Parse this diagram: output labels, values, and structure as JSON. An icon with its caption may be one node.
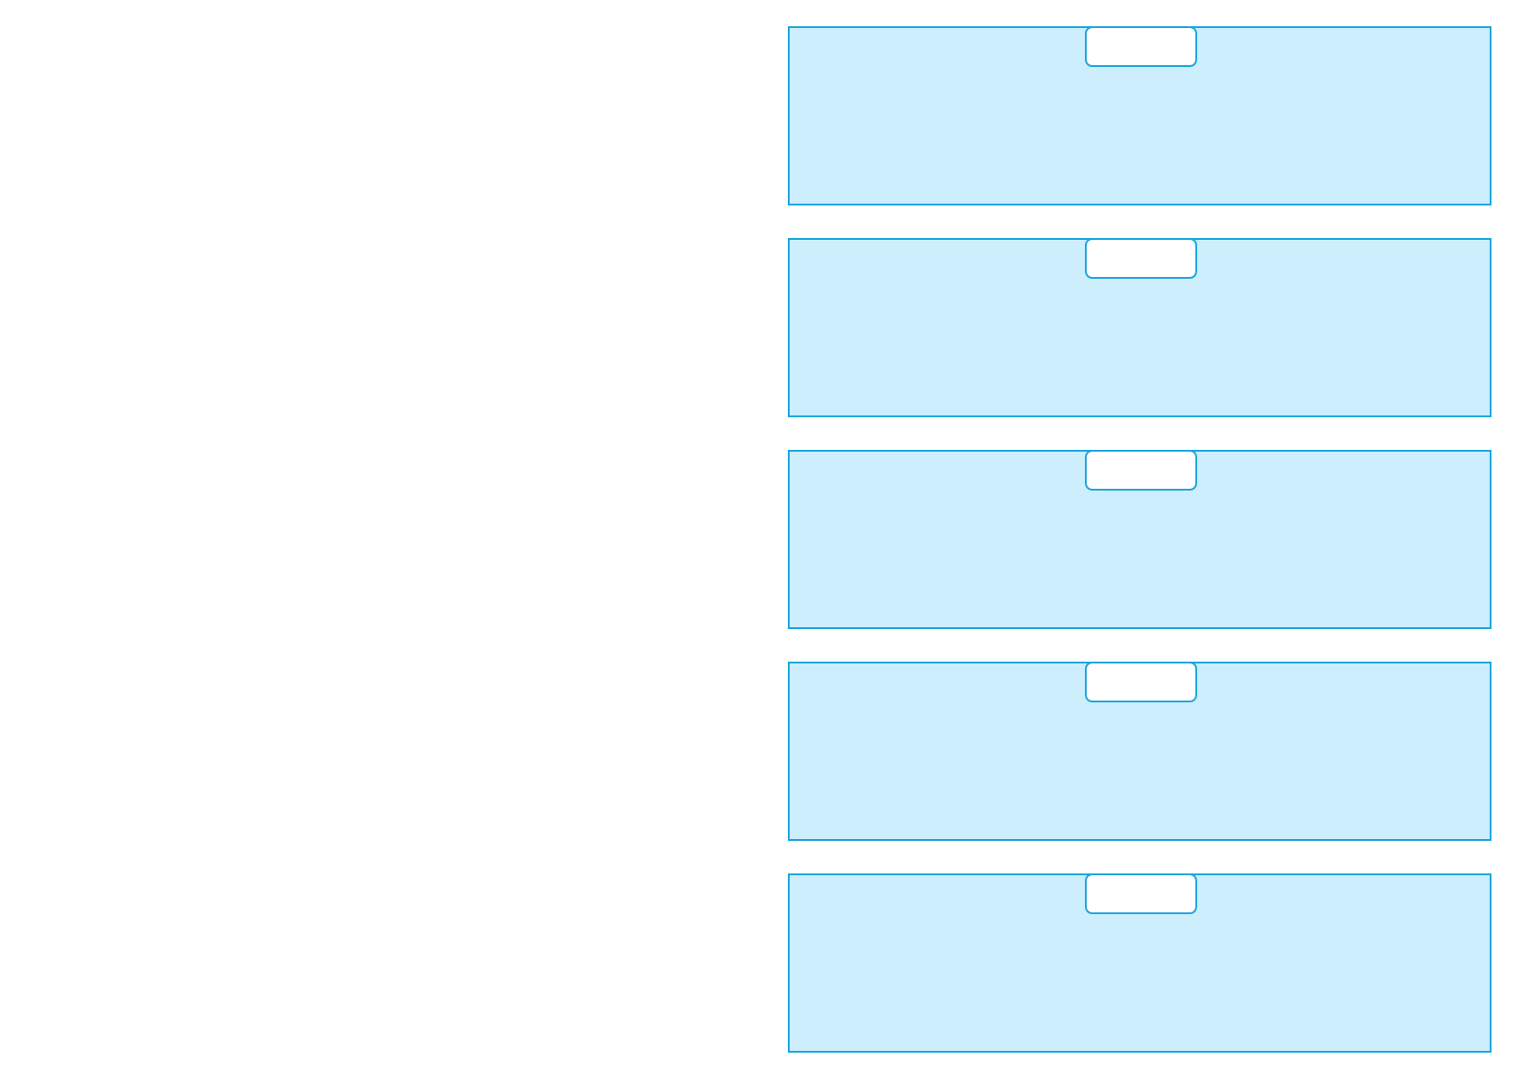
{
  "diagram": {
    "nodes": [
      {
        "text": [],
        "shape": "box"
      },
      {
        "text": [],
        "shape": "box",
        "in": 0
      },
      {
        "text": [],
        "shape": "box"
      },
      {
        "text": [],
        "shape": "box",
        "in": 2
      },
      {
        "text": [],
        "shape": "box"
      },
      {
        "text": [],
        "shape": "box",
        "in": 4
      },
      {
        "text": [],
        "shape": "box"
      },
      {
        "text": [],
        "shape": "box",
        "in": 6
      },
      {
        "text": [],
        "shape": "box"
      },
      {
        "text": [],
        "shape": "box",
        "in": 8
      }
    ]
  }
}
